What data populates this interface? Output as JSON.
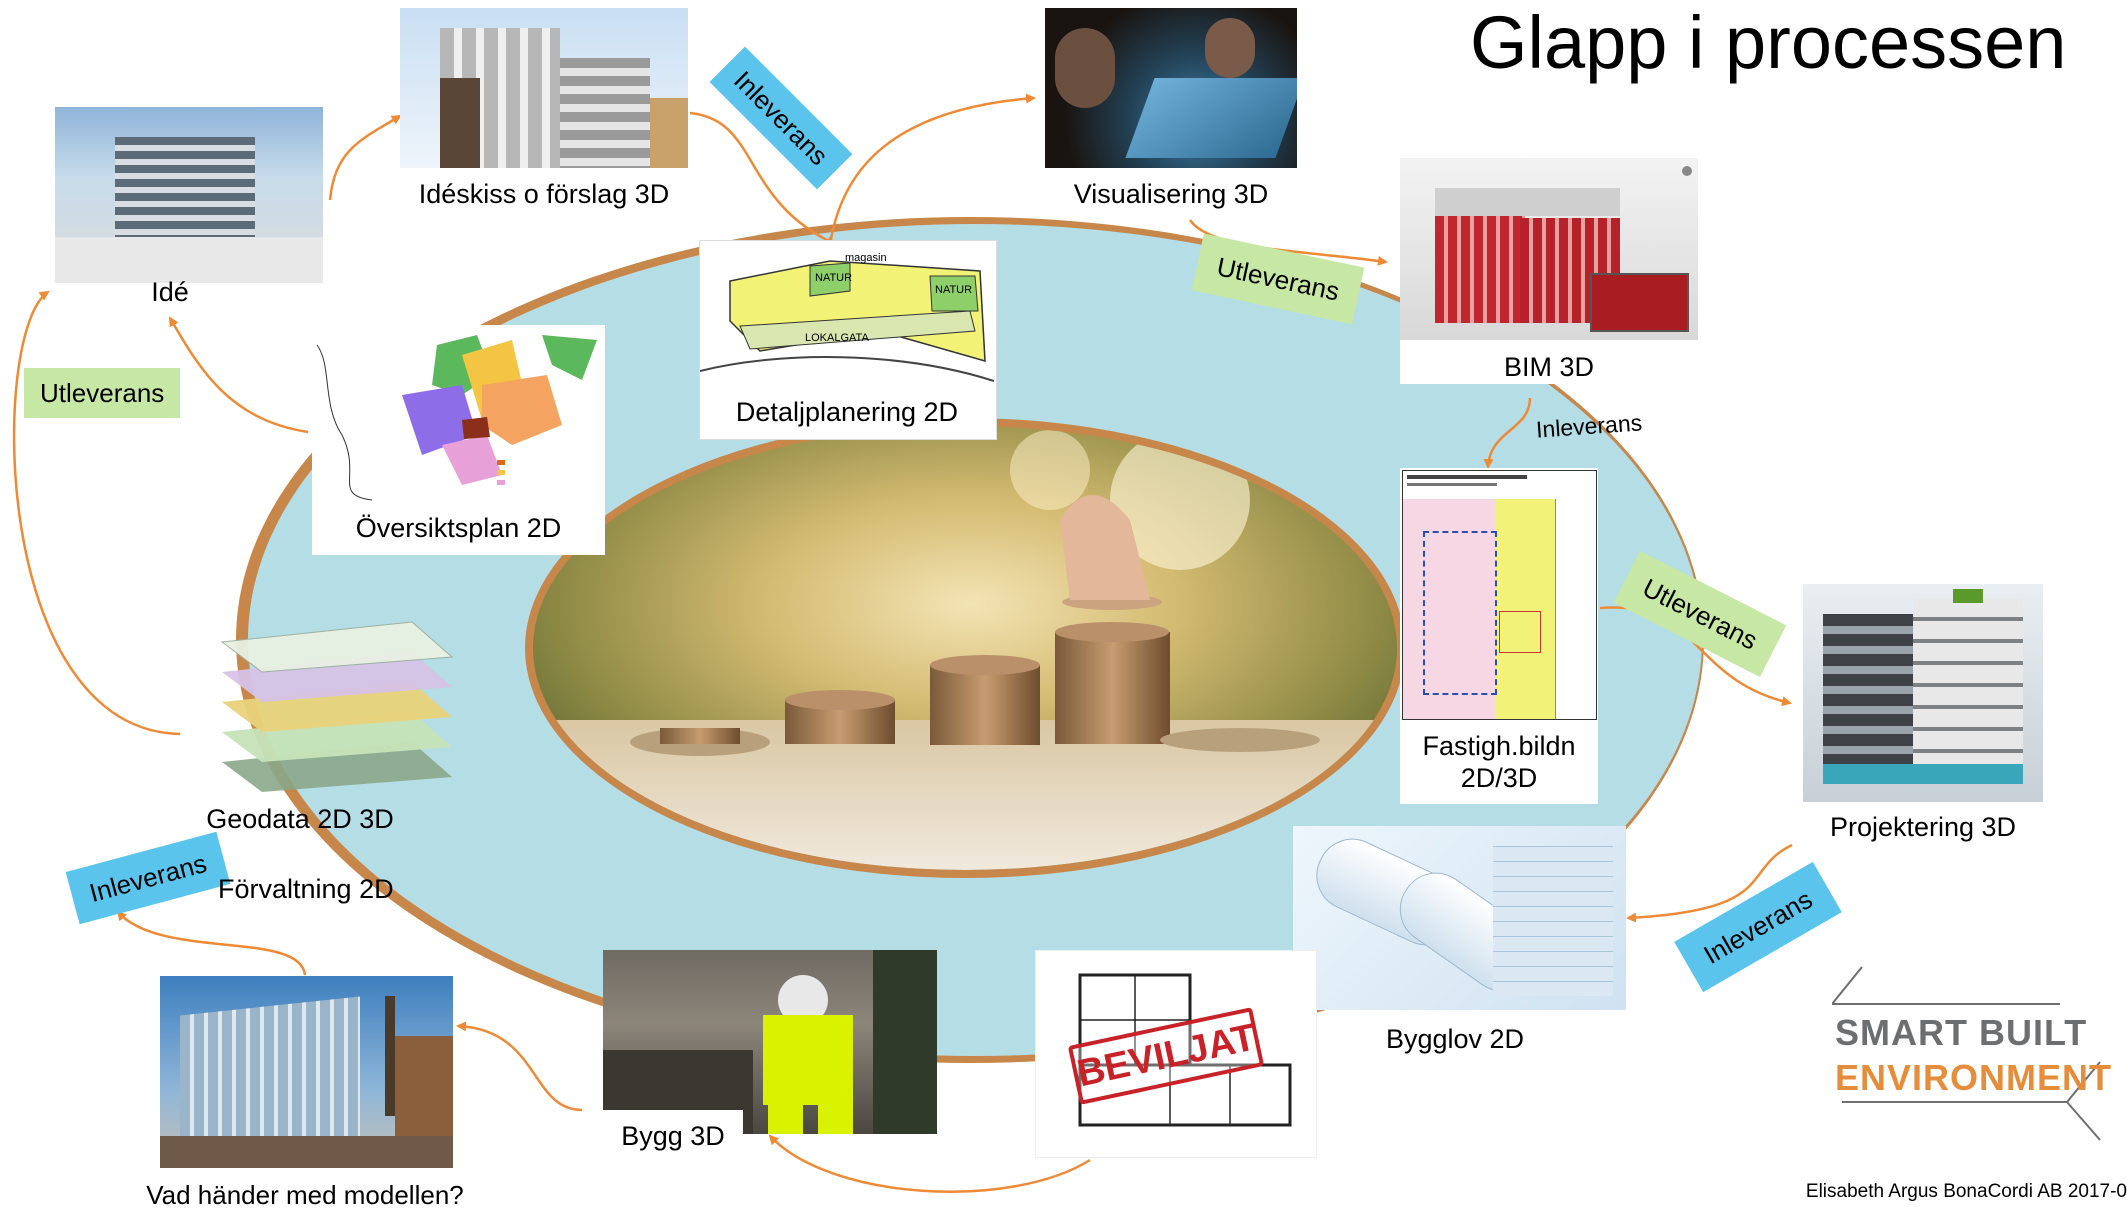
{
  "title": "Glapp i processen",
  "footer": "Elisabeth Argus BonaCordi AB   2017-0",
  "logo": {
    "line1": "SMART BUILT",
    "line2": "ENVIRONMENT"
  },
  "nodes": {
    "ide": "Idé",
    "ideskiss": "Idéskiss o förslag 3D",
    "visualisering": "Visualisering  3D",
    "bim": "BIM  3D",
    "detaljplanering": "Detaljplanering 2D",
    "oversiktsplan": "Översiktsplan 2D",
    "fastigh_line1": "Fastigh.bildn",
    "fastigh_line2": "2D/3D",
    "projektering": "Projektering  3D",
    "bygglov": "Bygglov 2D",
    "bygg": "Bygg 3D",
    "geodata": "Geodata 2D 3D",
    "forvaltning": "Förvaltning 2D",
    "vad_hander": "Vad händer med modellen?"
  },
  "badges": {
    "inleverans_1": "Inleverans",
    "utleverans_1": "Utleverans",
    "utleverans_2": "Utleverans",
    "inleverans_text": "Inleverans",
    "utleverans_3": "Utleverans",
    "inleverans_2": "Inleverans",
    "inleverans_3": "Inleverans"
  },
  "stamp": "BEVILJAT",
  "map_labels": {
    "natur1": "NATUR",
    "natur2": "NATUR",
    "lokalgata": "LOKALGATA",
    "magasin": "magasin"
  },
  "colors": {
    "ellipse_fill": "#b4dde6",
    "ellipse_ring": "#c8874a",
    "arrow": "#ee8a35",
    "badge_green": "#c6e8a4",
    "badge_blue": "#5bc4ec",
    "logo_gray": "#6d6e70",
    "logo_orange": "#e58d3a"
  }
}
